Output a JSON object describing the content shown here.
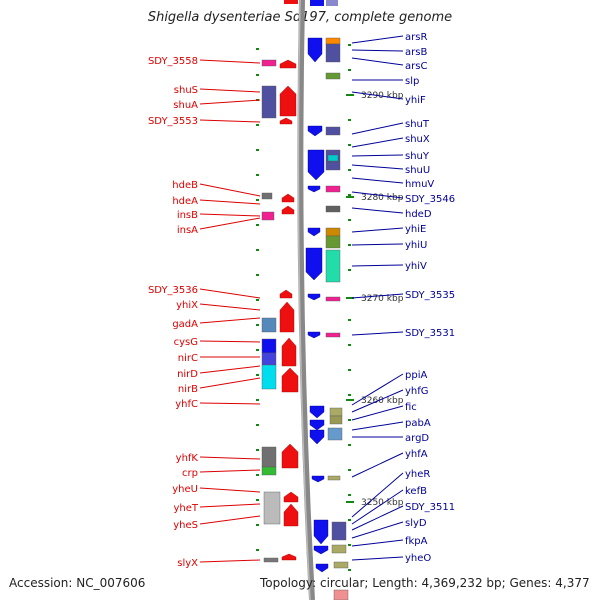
{
  "title": "Shigella dysenteriae Sd197, complete genome",
  "footer": {
    "accession": "Accession: NC_007606",
    "summary": "Topology: circular; Length: 4,369,232 bp; Genes: 4,377"
  },
  "colors": {
    "left_label": "#dd0000",
    "right_label": "#000099",
    "backbone": "#888888",
    "tick": "#118811"
  },
  "kbp_ticks": [
    "3290 kbp",
    "3280 kbp",
    "3270 kbp",
    "3260 kbp",
    "3250 kbp"
  ],
  "left_genes": [
    "SDY_3558",
    "shuS",
    "shuA",
    "SDY_3553",
    "hdeB",
    "hdeA",
    "insB",
    "insA",
    "SDY_3536",
    "yhiX",
    "gadA",
    "cysG",
    "nirC",
    "nirD",
    "nirB",
    "yhfC",
    "yhfK",
    "crp",
    "yheU",
    "yheT",
    "yheS",
    "slyX"
  ],
  "right_genes": [
    "arsR",
    "arsB",
    "arsC",
    "slp",
    "yhiF",
    "shuT",
    "shuX",
    "shuY",
    "shuU",
    "hmuV",
    "SDY_3546",
    "hdeD",
    "yhiE",
    "yhiU",
    "yhiV",
    "SDY_3535",
    "SDY_3531",
    "ppiA",
    "yhfG",
    "fic",
    "pabA",
    "argD",
    "yhfA",
    "yheR",
    "kefB",
    "SDY_3511",
    "slyD",
    "fkpA",
    "yheO"
  ]
}
